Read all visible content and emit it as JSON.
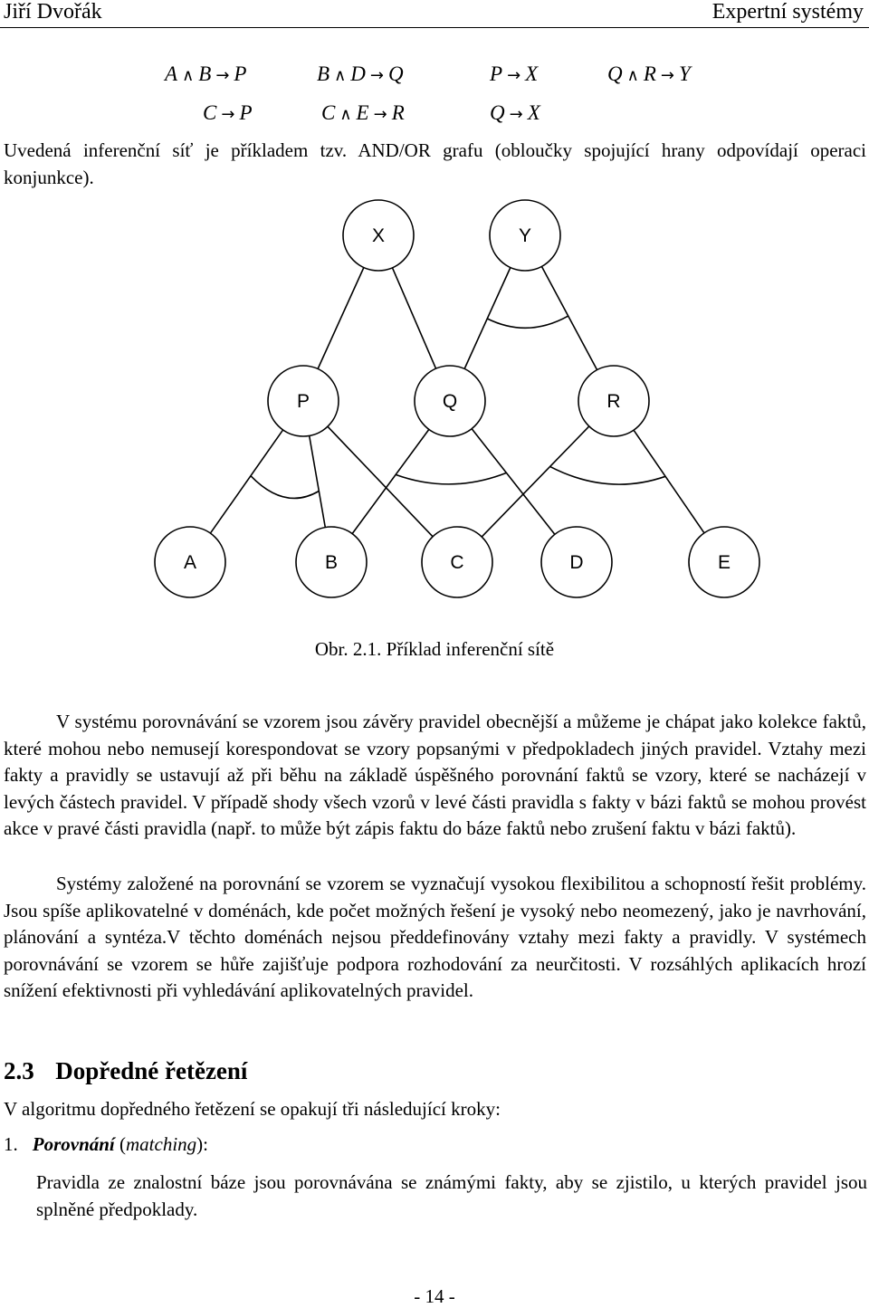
{
  "header": {
    "author": "Jiří Dvořák",
    "title": "Expertní systémy"
  },
  "rules": [
    {
      "premises": [
        "A",
        "B"
      ],
      "conclusion": "P"
    },
    {
      "premises": [
        "B",
        "D"
      ],
      "conclusion": "Q"
    },
    {
      "premises": [
        "P"
      ],
      "conclusion": "X"
    },
    {
      "premises": [
        "Q",
        "R"
      ],
      "conclusion": "Y"
    },
    {
      "premises": [
        "C"
      ],
      "conclusion": "P"
    },
    {
      "premises": [
        "C",
        "E"
      ],
      "conclusion": "R"
    },
    {
      "premises": [
        "Q"
      ],
      "conclusion": "X"
    }
  ],
  "intro": "Uvedená inferenční síť je příkladem tzv. AND/OR grafu (obloučky spojující hrany odpovídají operaci konjunkce).",
  "graph": {
    "nodes": [
      {
        "id": "X",
        "label": "X"
      },
      {
        "id": "Y",
        "label": "Y"
      },
      {
        "id": "P",
        "label": "P"
      },
      {
        "id": "Q",
        "label": "Q"
      },
      {
        "id": "R",
        "label": "R"
      },
      {
        "id": "A",
        "label": "A"
      },
      {
        "id": "B",
        "label": "B"
      },
      {
        "id": "C",
        "label": "C"
      },
      {
        "id": "D",
        "label": "D"
      },
      {
        "id": "E",
        "label": "E"
      }
    ],
    "edges": [
      [
        "P",
        "X"
      ],
      [
        "Q",
        "X"
      ],
      [
        "Q",
        "Y"
      ],
      [
        "R",
        "Y"
      ],
      [
        "A",
        "P"
      ],
      [
        "B",
        "P"
      ],
      [
        "C",
        "P"
      ],
      [
        "B",
        "Q"
      ],
      [
        "D",
        "Q"
      ],
      [
        "C",
        "R"
      ],
      [
        "E",
        "R"
      ]
    ],
    "and_arcs": [
      {
        "node": "Y",
        "edges": [
          [
            "Q",
            "Y"
          ],
          [
            "R",
            "Y"
          ]
        ]
      },
      {
        "node": "P",
        "edges": [
          [
            "A",
            "P"
          ],
          [
            "B",
            "P"
          ]
        ]
      },
      {
        "node": "Q",
        "edges": [
          [
            "B",
            "Q"
          ],
          [
            "D",
            "Q"
          ]
        ]
      },
      {
        "node": "R",
        "edges": [
          [
            "C",
            "R"
          ],
          [
            "E",
            "R"
          ]
        ]
      }
    ]
  },
  "caption": "Obr. 2.1. Příklad inferenční sítě",
  "paragraph1": "V systému porovnávání se vzorem jsou závěry pravidel obecnější a můžeme je chápat jako kolekce faktů, které mohou nebo nemusejí korespondovat se vzory popsanými v předpokladech jiných pravidel. Vztahy mezi fakty a pravidly se ustavují až při běhu na základě úspěšného porovnání faktů se vzory, které se nacházejí v levých částech pravidel. V případě shody všech vzorů v levé části pravidla s fakty v bázi faktů se mohou provést akce v pravé části pravidla (např. to může být zápis faktu do báze faktů nebo zrušení faktu v bázi faktů).",
  "paragraph2": "Systémy založené na porovnání se vzorem se vyznačují vysokou flexibilitou a schopností řešit problémy. Jsou spíše aplikovatelné v doménách, kde počet možných řešení je vysoký nebo neomezený, jako je navrhování, plánování a syntéza.V těchto doménách nejsou předdefinovány vztahy mezi fakty a pravidly. V systémech porovnávání se vzorem se hůře zajišťuje podpora rozhodování za neurčitosti. V rozsáhlých aplikacích hrozí snížení efektivnosti při vyhledávání aplikovatelných pravidel.",
  "section": {
    "number": "2.3",
    "title": "Dopředné řetězení"
  },
  "steps_intro": "V algoritmu dopředného řetězení se opakují tři následující kroky:",
  "step1": {
    "number": "1.",
    "term": "Porovnání",
    "open": " (",
    "english": "matching",
    "close": "):",
    "text": "Pravidla ze znalostní báze jsou porovnávána se známými fakty, aby se zjistilo, u kterých pravidel jsou splněné předpoklady."
  },
  "page_number": "- 14 -",
  "symbols": {
    "and": "∧",
    "implies": "→"
  }
}
